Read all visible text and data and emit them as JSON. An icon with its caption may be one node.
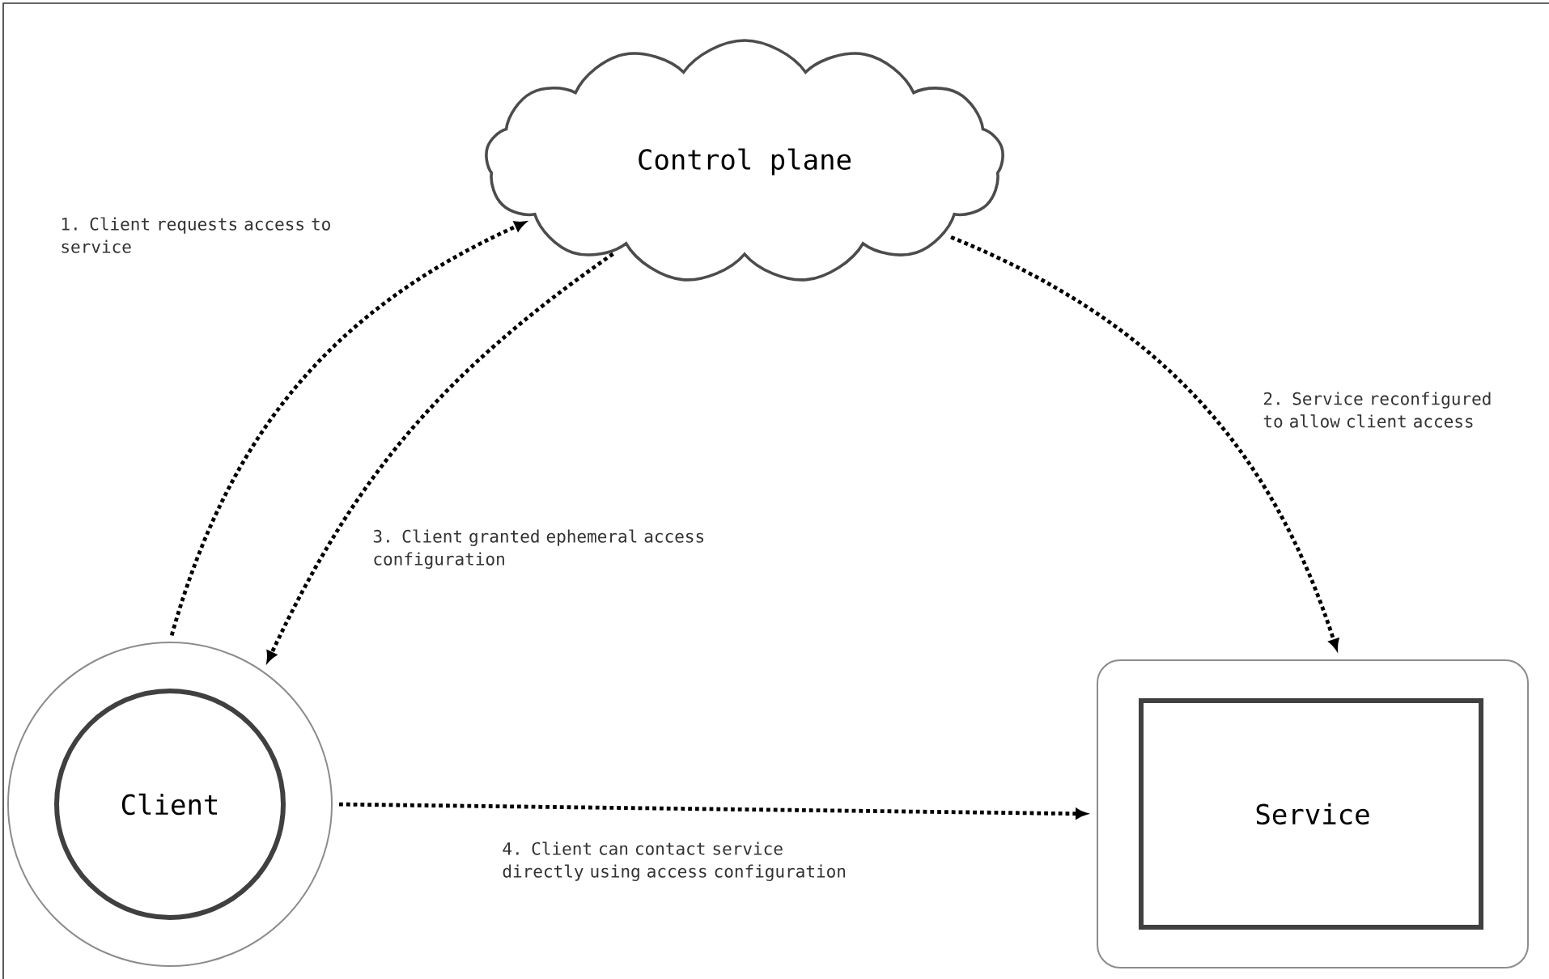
{
  "diagram": {
    "nodes": [
      {
        "text": [
          "Control plane"
        ]
      },
      {
        "text": [
          "Client"
        ]
      },
      {
        "text": [
          "Service"
        ]
      }
    ],
    "edges": [
      {
        "from": 1,
        "to": 0,
        "arrow": "to",
        "label": "1. Client requests access to service"
      },
      {
        "from": 0,
        "to": 2,
        "arrow": "to",
        "label": "2. Service reconfigured to allow client access"
      },
      {
        "from": 0,
        "to": 1,
        "arrow": "to",
        "label": "3. Client granted ephemeral access configuration"
      },
      {
        "from": 1,
        "to": 2,
        "arrow": "to",
        "label": "4. Client can contact service directly using access configuration"
      }
    ]
  }
}
